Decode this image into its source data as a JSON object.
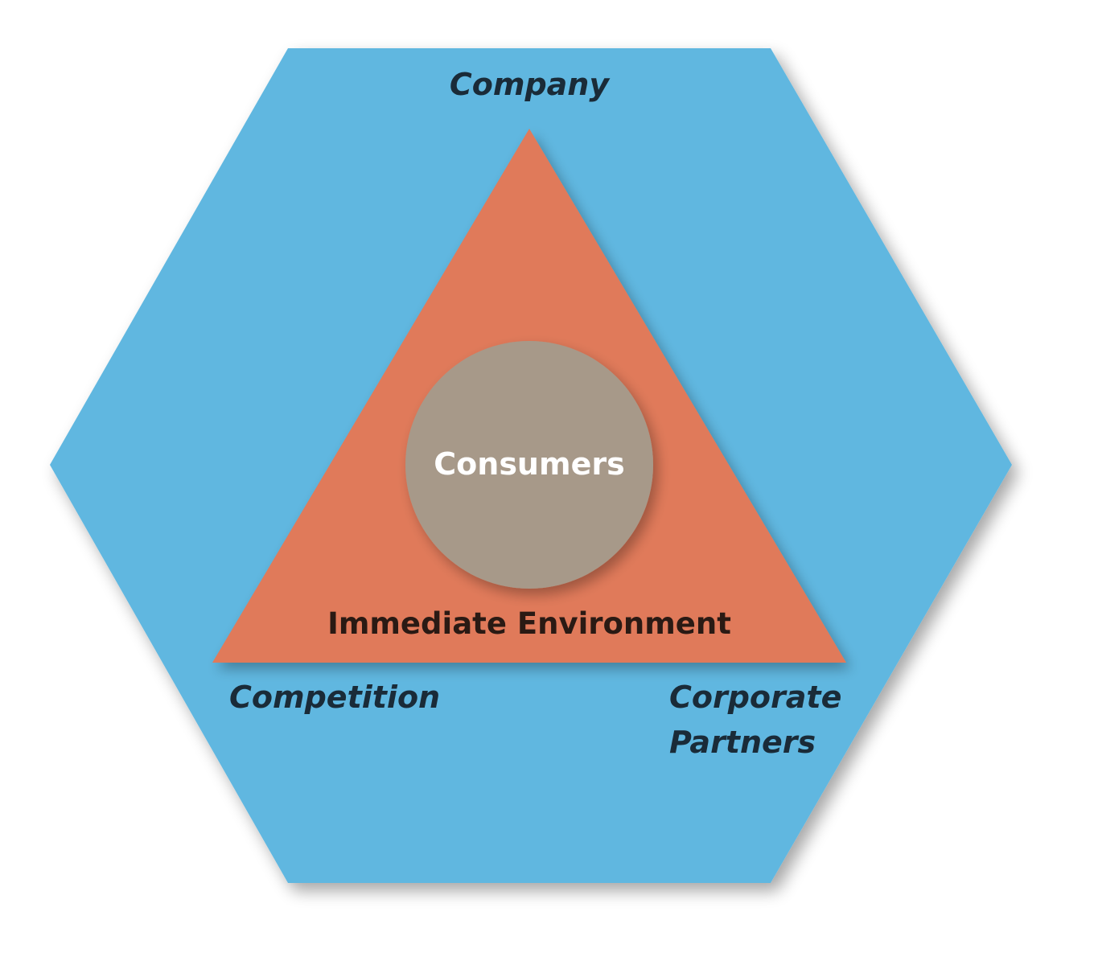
{
  "layers": {
    "core": {
      "label": "Consumers",
      "color": "#a79989"
    },
    "immediate": {
      "label": "Immediate Environment",
      "color": "#e07a5a"
    },
    "outer": {
      "color": "#60b7e0"
    }
  },
  "factors": {
    "company": "Company",
    "competition": "Competition",
    "partners_line1": "Corporate",
    "partners_line2": "Partners"
  }
}
